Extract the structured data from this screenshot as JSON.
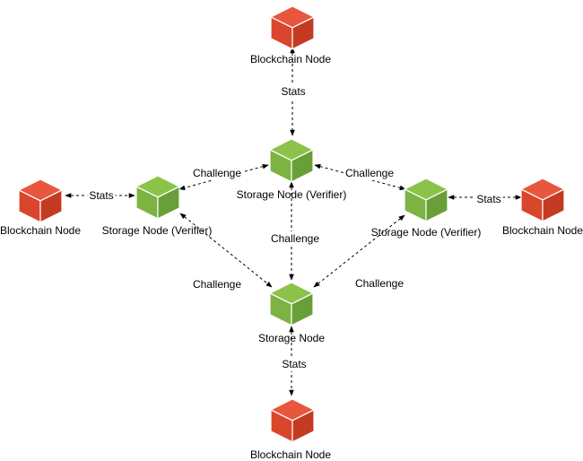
{
  "colors": {
    "blockchain_top": "#E8573D",
    "blockchain_left": "#D9462C",
    "blockchain_right": "#C53A22",
    "storage_top": "#8BC34A",
    "storage_left": "#7CB342",
    "storage_right": "#689F38"
  },
  "nodes": [
    {
      "id": "bc-top",
      "type": "blockchain",
      "label": "Blockchain Node"
    },
    {
      "id": "bc-left",
      "type": "blockchain",
      "label": "Blockchain Node"
    },
    {
      "id": "bc-right",
      "type": "blockchain",
      "label": "Blockchain Node"
    },
    {
      "id": "bc-bottom",
      "type": "blockchain",
      "label": "Blockchain Node"
    },
    {
      "id": "sv-top",
      "type": "storage",
      "label": "Storage Node (Verifier)"
    },
    {
      "id": "sv-left",
      "type": "storage",
      "label": "Storage Node (Verifier)"
    },
    {
      "id": "sv-right",
      "type": "storage",
      "label": "Storage Node (Verifier)"
    },
    {
      "id": "sn-center",
      "type": "storage",
      "label": "Storage Node"
    }
  ],
  "edges": [
    {
      "from": "bc-top",
      "to": "sv-top",
      "label": "Stats"
    },
    {
      "from": "bc-left",
      "to": "sv-left",
      "label": "Stats"
    },
    {
      "from": "sv-right",
      "to": "bc-right",
      "label": "Stats"
    },
    {
      "from": "sn-center",
      "to": "bc-bottom",
      "label": "Stats"
    },
    {
      "from": "sv-top",
      "to": "sv-left",
      "label": "Challenge"
    },
    {
      "from": "sv-top",
      "to": "sv-right",
      "label": "Challenge"
    },
    {
      "from": "sv-top",
      "to": "sn-center",
      "label": "Challenge"
    },
    {
      "from": "sv-left",
      "to": "sn-center",
      "label": "Challenge"
    },
    {
      "from": "sv-right",
      "to": "sn-center",
      "label": "Challenge"
    }
  ]
}
